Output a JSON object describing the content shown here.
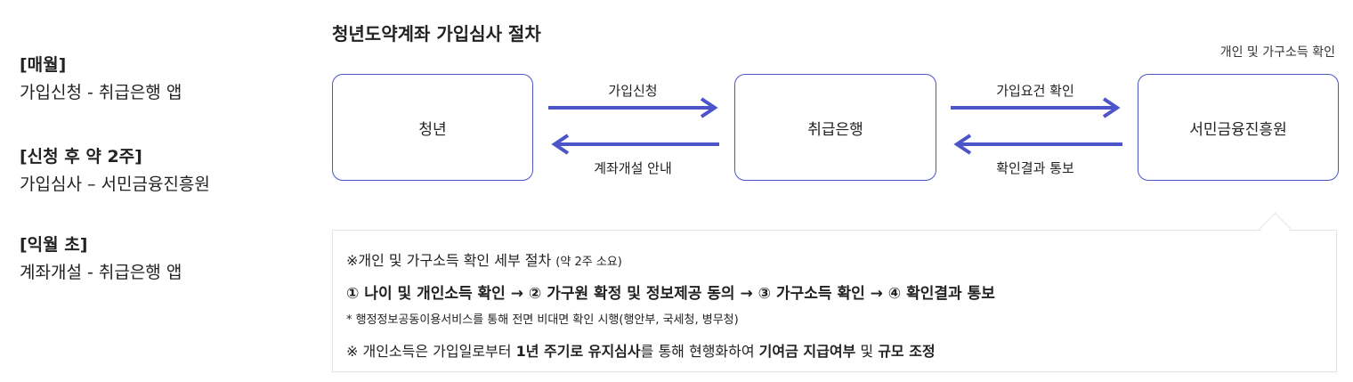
{
  "left_steps": [
    {
      "title": "[매월]",
      "desc": "가입신청 - 취급은행 앱"
    },
    {
      "title": "[신청 후 약 2주]",
      "desc": "가입심사 – 서민금융진흥원"
    },
    {
      "title": "[익월 초]",
      "desc": "계좌개설 - 취급은행 앱"
    }
  ],
  "diagram": {
    "title": "청년도약계좌 가입심사 절차",
    "top_note": "개인 및 가구소득 확인",
    "nodes": [
      "청년",
      "취급은행",
      "서민금융진흥원"
    ],
    "arrow_labels": {
      "apply": "가입신청",
      "account_notice": "계좌개설 안내",
      "requirement_check": "가입요건 확인",
      "result_notice": "확인결과 통보"
    },
    "arrow_color": "#4b54c9",
    "border_color": "#4b54c9"
  },
  "detail": {
    "heading": "※개인 및 가구소득 확인 세부 절차",
    "heading_note": "(약 2주 소요)",
    "process": "① 나이 및 개인소득 확인 → ② 가구원 확정 및 정보제공 동의 → ③ 가구소득 확인 → ④ 확인결과 통보",
    "footnote": "* 행정정보공동이용서비스를 통해 전면 비대면 확인 시행(행안부, 국세청, 병무청)",
    "last": {
      "p1": "※ 개인소득은 가입일로부터 ",
      "b1": "1년 주기로 유지심사",
      "p2": "를 통해 현행화하여 ",
      "b2": "기여금 지급여부",
      "p3": " 및 ",
      "b3": "규모 조정"
    }
  }
}
